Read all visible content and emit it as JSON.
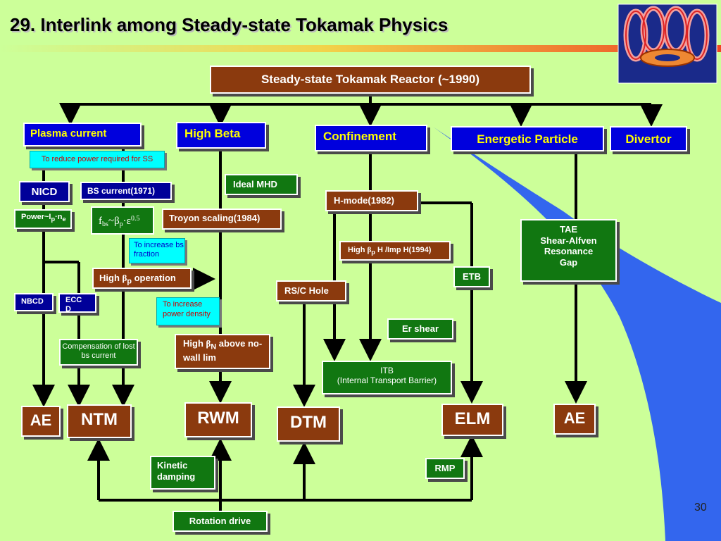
{
  "title": "29. Interlink among Steady-state Tokamak Physics",
  "page_number": "30",
  "nodes": {
    "reactor": "Steady-state Tokamak Reactor (~1990)",
    "plasma_current": "Plasma current",
    "high_beta": "High Beta",
    "confinement": "Confinement",
    "energetic_particle": "Energetic Particle",
    "divertor": "Divertor",
    "reduce_power": "To reduce power required for SS",
    "nicd": "NICD",
    "bs_current": "BS current(1971)",
    "ideal_mhd": "Ideal MHD",
    "power_ip_ne": "Power~I",
    "power_ip_ne_sub1": "p",
    "power_ip_ne_mid": "·n",
    "power_ip_ne_sub2": "e",
    "fbs": "f",
    "fbs_sub": "bs",
    "fbs_mid": "~β",
    "fbs_sub2": "p",
    "fbs_end": "·ε",
    "fbs_sup": "0.5",
    "troyon": "Troyon scaling(1984)",
    "increase_bs": "To increase bs fraction",
    "high_bp_op_pre": "High ",
    "high_bp_op_beta": "β",
    "high_bp_op_sub": "p",
    "high_bp_op_post": " operation",
    "hmode": "H-mode(1982)",
    "high_bp_h_pre": "High ",
    "high_bp_h_beta": "β",
    "high_bp_h_sub": "p",
    "high_bp_h_post": " H /Imp H(1994)",
    "tae": "TAE\nShear-Alfven\nResonance\nGap",
    "rsc_hole": "RS/C Hole",
    "etb": "ETB",
    "nbcd": "NBCD",
    "eccd": "ECC\nD",
    "increase_power": "To increase power density",
    "er_shear": "Er shear",
    "compensation": "Compensation of lost bs current",
    "high_bn_pre": "High ",
    "high_bn_beta": "β",
    "high_bn_sub": "N",
    "high_bn_post": " above no-wall lim",
    "itb_line1": "ITB",
    "itb_line2": "(Internal Transport Barrier)",
    "ae_left": "AE",
    "ntm": "NTM",
    "rwm": "RWM",
    "dtm": "DTM",
    "elm": "ELM",
    "ae_right": "AE",
    "kinetic_damping": "Kinetic damping",
    "rmp": "RMP",
    "rotation_drive": "Rotation drive"
  },
  "colors": {
    "background": "#ccff99",
    "brown_box": "#8b3a0e",
    "blue_box": "#0000dd",
    "green_box": "#117711",
    "cyan_box": "#00ffff",
    "red_text": "#cc0000",
    "blue_wedge": "#3366ee",
    "header_bar": "#ee4422"
  },
  "logo": "tokamak-coil-logo"
}
